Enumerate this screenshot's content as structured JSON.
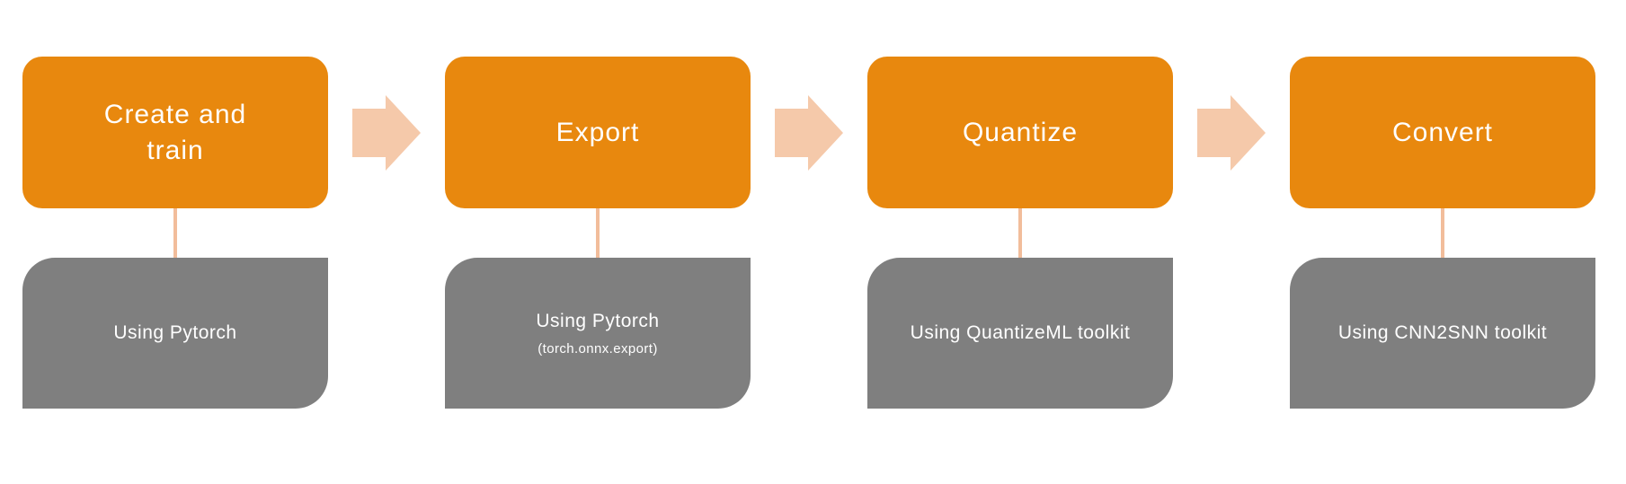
{
  "flow": {
    "stages": [
      {
        "title": "Create and\ntrain",
        "detail": "Using Pytorch",
        "subdetail": ""
      },
      {
        "title": "Export",
        "detail": "Using Pytorch",
        "subdetail": "(torch.onnx.export)"
      },
      {
        "title": "Quantize",
        "detail": "Using QuantizeML toolkit",
        "subdetail": ""
      },
      {
        "title": "Convert",
        "detail": "Using CNN2SNN toolkit",
        "subdetail": ""
      }
    ]
  },
  "colors": {
    "stage_fill": "#E8880E",
    "detail_fill": "#7F7F7F",
    "arrow_fill": "#F5C9AA",
    "connector_line": "#F2BD9B",
    "text": "#FFFFFF",
    "background": "#FFFFFF"
  }
}
